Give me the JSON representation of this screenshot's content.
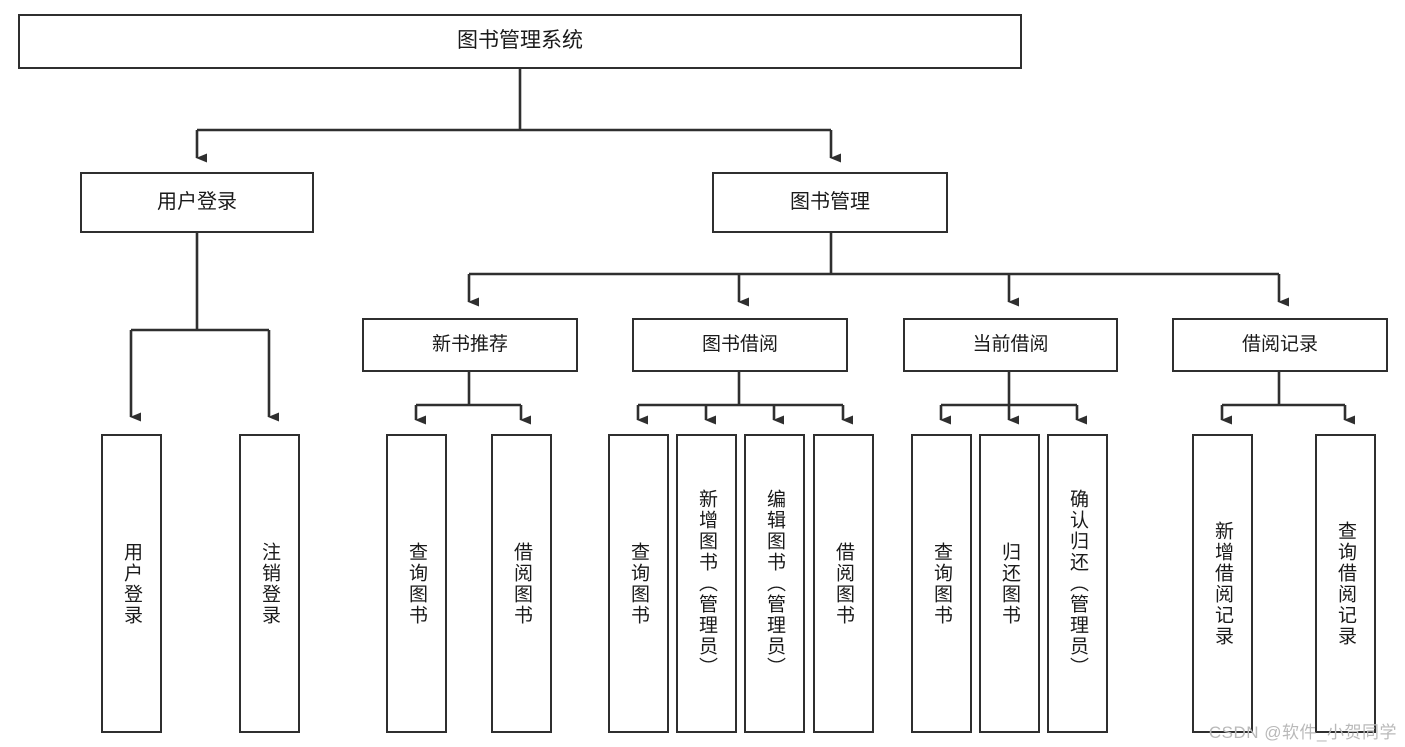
{
  "diagram": {
    "title": "图书管理系统",
    "type": "tree-hierarchy-chart",
    "colors": {
      "box_border": "#2f2f2f",
      "box_fill": "#ffffff",
      "connector": "#2f2f2f",
      "text": "#1a1a1a",
      "watermark": "#b9b9b9"
    },
    "nodes": {
      "root": {
        "label": "图书管理系统"
      },
      "level1": [
        {
          "label": "用户登录"
        },
        {
          "label": "图书管理"
        }
      ],
      "level2": [
        {
          "label": "新书推荐"
        },
        {
          "label": "图书借阅"
        },
        {
          "label": "当前借阅"
        },
        {
          "label": "借阅记录"
        }
      ],
      "leaves": {
        "user_login": [
          {
            "label": "用户登录"
          },
          {
            "label": "注销登录"
          }
        ],
        "new_book_recommend": [
          {
            "label": "查询图书"
          },
          {
            "label": "借阅图书"
          }
        ],
        "book_borrow": [
          {
            "label": "查询图书"
          },
          {
            "label": "新增图书（管理员）"
          },
          {
            "label": "编辑图书（管理员）"
          },
          {
            "label": "借阅图书"
          }
        ],
        "current_borrow": [
          {
            "label": "查询图书"
          },
          {
            "label": "归还图书"
          },
          {
            "label": "确认归还（管理员）"
          }
        ],
        "borrow_record": [
          {
            "label": "新增借阅记录"
          },
          {
            "label": "查询借阅记录"
          }
        ]
      }
    },
    "watermark": "CSDN @软件_小贺同学"
  }
}
